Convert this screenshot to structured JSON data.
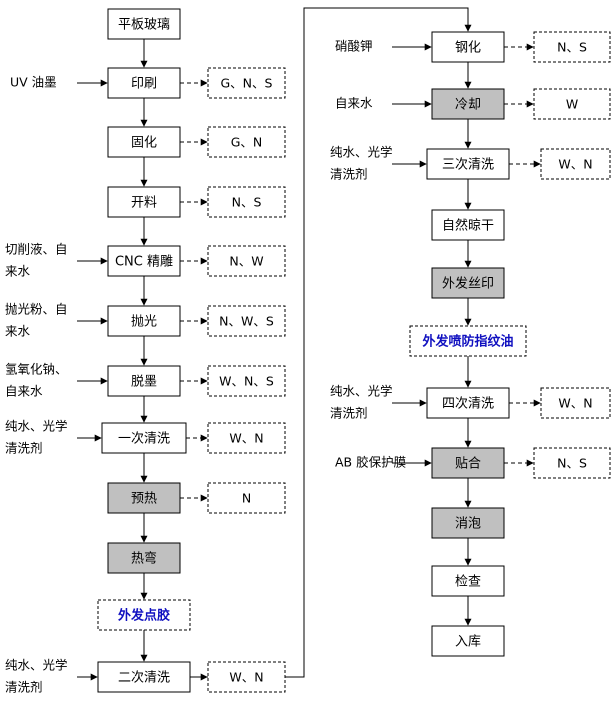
{
  "colors": {
    "process_fill": "#ffffff",
    "gray_fill": "#c0c0c0",
    "outsourced_text": "#1010c0",
    "line": "#000000"
  },
  "left_column": [
    {
      "label": "平板玻璃"
    },
    {
      "label": "印刷",
      "input": [
        "UV 油墨"
      ],
      "emission": "G、N、S"
    },
    {
      "label": "固化",
      "emission": "G、N"
    },
    {
      "label": "开料",
      "emission": "N、S"
    },
    {
      "label": "CNC 精雕",
      "input": [
        "切削液、自",
        "来水"
      ],
      "emission": "N、W"
    },
    {
      "label": "抛光",
      "input": [
        "抛光粉、自",
        "来水"
      ],
      "emission": "N、W、S"
    },
    {
      "label": "脱墨",
      "input": [
        "氢氧化钠、",
        "自来水"
      ],
      "emission": "W、N、S"
    },
    {
      "label": "一次清洗",
      "input": [
        "纯水、光学",
        "清洗剂"
      ],
      "emission": "W、N"
    },
    {
      "label": "预热",
      "emission": "N"
    },
    {
      "label": "热弯"
    },
    {
      "label": "外发点胶"
    },
    {
      "label": "二次清洗",
      "input": [
        "纯水、光学",
        "清洗剂"
      ],
      "emission": "W、N"
    }
  ],
  "right_column": [
    {
      "label": "钢化",
      "input": [
        "硝酸钾"
      ],
      "emission": "N、S"
    },
    {
      "label": "冷却",
      "input": [
        "自来水"
      ],
      "emission": "W"
    },
    {
      "label": "三次清洗",
      "input": [
        "纯水、光学",
        "清洗剂"
      ],
      "emission": "W、N"
    },
    {
      "label": "自然晾干"
    },
    {
      "label": "外发丝印"
    },
    {
      "label": "外发喷防指纹油"
    },
    {
      "label": "四次清洗",
      "input": [
        "纯水、光学",
        "清洗剂"
      ],
      "emission": "W、N"
    },
    {
      "label": "贴合",
      "input": [
        "AB 胶保护膜"
      ],
      "emission": "N、S"
    },
    {
      "label": "消泡"
    },
    {
      "label": "检查"
    },
    {
      "label": "入库"
    }
  ]
}
